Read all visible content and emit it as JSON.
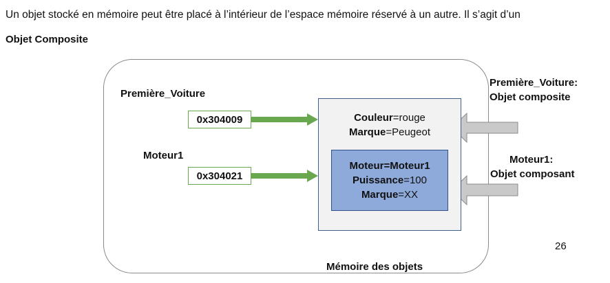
{
  "intro": {
    "paragraph": "Un objet stocké en mémoire peut être placé à l’intérieur de l’espace mémoire réservé à un autre. Il s’agit d’un",
    "bold_term": "Objet Composite"
  },
  "diagram": {
    "references": [
      {
        "name": "Première_Voiture",
        "address": "0x304009"
      },
      {
        "name": "Moteur1",
        "address": "0x304021"
      }
    ],
    "composite_object": {
      "lines": [
        {
          "key": "Couleur",
          "sep": "=",
          "value": "rouge"
        },
        {
          "key": "Marque",
          "sep": "=",
          "value": "Peugeot"
        }
      ]
    },
    "component_object": {
      "lines": [
        {
          "key": "Moteur=Moteur1",
          "sep": "",
          "value": ""
        },
        {
          "key": "Puissance",
          "sep": "=",
          "value": "100"
        },
        {
          "key": "Marque",
          "sep": "=",
          "value": "XX"
        }
      ]
    },
    "annotations": {
      "composite": {
        "line1": "Première_Voiture:",
        "line2": "Objet composite"
      },
      "component": {
        "line1": "Moteur1:",
        "line2": "Objet composant"
      }
    },
    "memory_caption": "Mémoire des objets",
    "colors": {
      "reference_arrow": "#6aa84f",
      "annotation_arrow": "#c9c9c9",
      "composite_fill": "#f2f2f2",
      "component_fill": "#8eaadb"
    }
  },
  "page_number": "26"
}
